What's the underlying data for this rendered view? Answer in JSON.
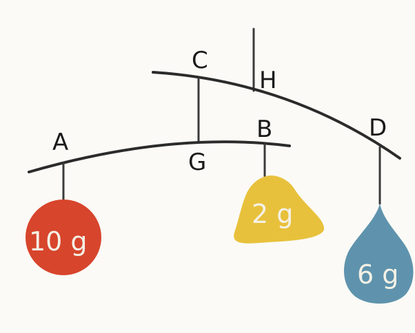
{
  "diagram": {
    "points": {
      "a": "A",
      "b": "B",
      "c": "C",
      "d": "D",
      "g": "G",
      "h": "H"
    },
    "weights": {
      "left": {
        "label": "10 g",
        "color": "#d7452c"
      },
      "middle": {
        "label": "2 g",
        "color": "#e8c13c"
      },
      "right": {
        "label": "6 g",
        "color": "#5f93ad"
      }
    },
    "colors": {
      "bar": "#2b2b2b",
      "string": "#3a3a3a",
      "background": "#fbfaf6"
    }
  }
}
